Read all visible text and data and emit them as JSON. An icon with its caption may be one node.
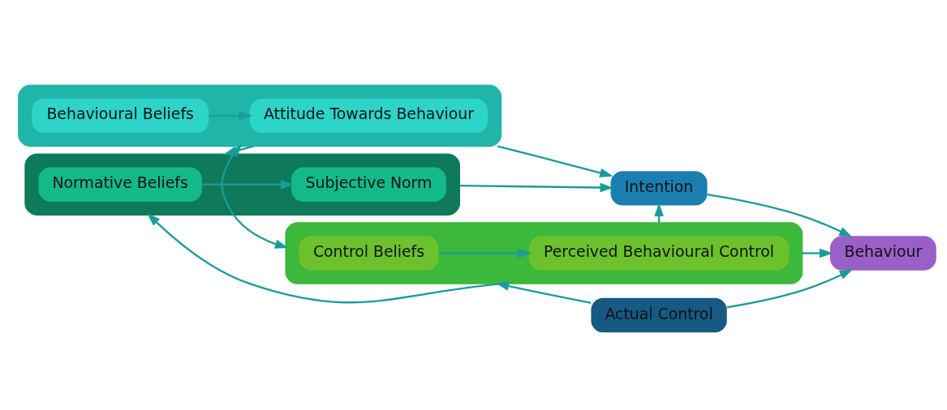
{
  "diagram": {
    "nodes": [
      {
        "text": [],
        "shape": "box"
      },
      {
        "text": [
          "Behavioural Beliefs"
        ],
        "in": 0
      },
      {
        "text": [
          "Attitude Towards Behaviour"
        ],
        "in": 0
      },
      {
        "text": [],
        "shape": "box"
      },
      {
        "text": [
          "Normative Beliefs"
        ],
        "in": 3
      },
      {
        "text": [
          "Subjective Norm"
        ],
        "in": 3
      },
      {
        "text": [],
        "shape": "box"
      },
      {
        "text": [
          "Control Beliefs"
        ],
        "in": 6
      },
      {
        "text": [
          "Perceived Behavioural Control"
        ],
        "in": 6
      },
      {
        "text": [
          "Intention"
        ]
      },
      {
        "text": [
          "Behaviour"
        ]
      },
      {
        "text": [
          "Actual Control"
        ]
      }
    ],
    "edges": [
      {
        "from": 1,
        "to": 2,
        "arrow": "to"
      },
      {
        "from": 4,
        "to": 5,
        "arrow": "to"
      },
      {
        "from": 7,
        "to": 8,
        "arrow": "to"
      },
      {
        "from": 0,
        "to": 6,
        "arrow": "both"
      },
      {
        "from": 0,
        "to": 3,
        "arrow": "to"
      },
      {
        "from": 6,
        "to": 3,
        "arrow": "to"
      },
      {
        "from": 0,
        "to": 9,
        "arrow": "to"
      },
      {
        "from": 3,
        "to": 9,
        "arrow": "to"
      },
      {
        "from": 6,
        "to": 9,
        "arrow": "to"
      },
      {
        "from": 9,
        "to": 10,
        "arrow": "to"
      },
      {
        "from": 6,
        "to": 10,
        "arrow": "to"
      },
      {
        "from": 11,
        "to": 10,
        "arrow": "to"
      },
      {
        "from": 11,
        "to": 6,
        "arrow": "to"
      }
    ]
  }
}
